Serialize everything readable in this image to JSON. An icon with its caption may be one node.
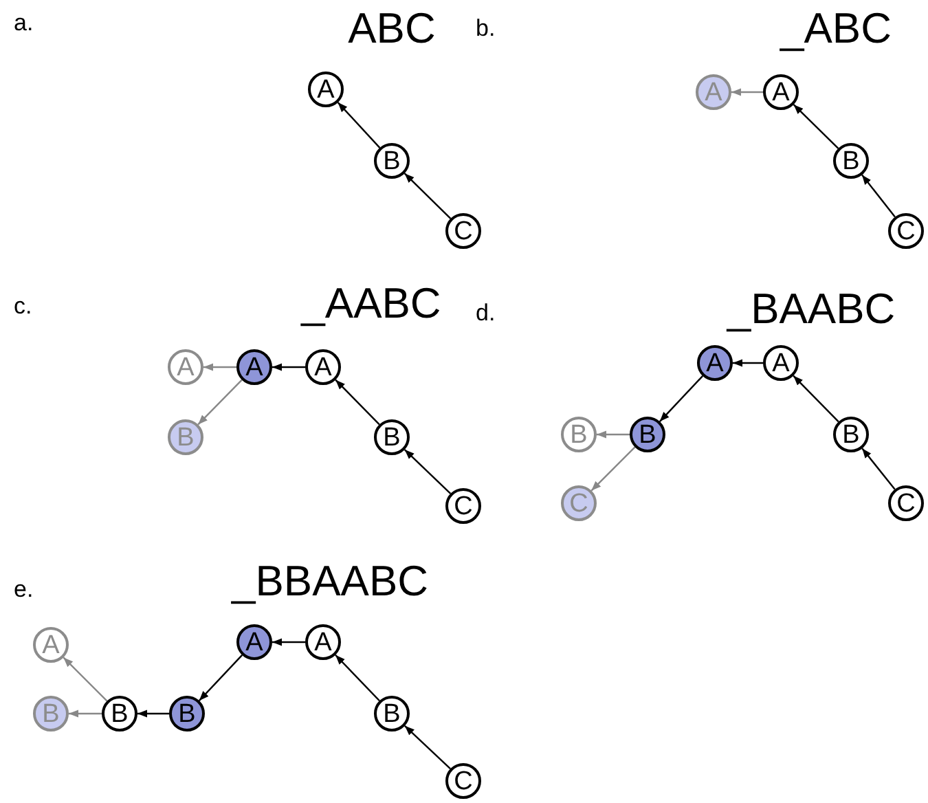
{
  "diagram": {
    "nodes": [
      {
        "text": [
          "A"
        ]
      },
      {
        "text": [
          "B"
        ]
      },
      {
        "text": [
          "C"
        ]
      },
      {
        "text": [
          "A"
        ]
      },
      {
        "text": [
          "A"
        ]
      },
      {
        "text": [
          "B"
        ]
      },
      {
        "text": [
          "C"
        ]
      },
      {
        "text": [
          "A"
        ]
      },
      {
        "text": [
          "A"
        ]
      },
      {
        "text": [
          "A"
        ]
      },
      {
        "text": [
          "B"
        ]
      },
      {
        "text": [
          "B"
        ]
      },
      {
        "text": [
          "C"
        ]
      },
      {
        "text": [
          "A"
        ]
      },
      {
        "text": [
          "A"
        ]
      },
      {
        "text": [
          "B"
        ]
      },
      {
        "text": [
          "B"
        ]
      },
      {
        "text": [
          "B"
        ]
      },
      {
        "text": [
          "C"
        ]
      },
      {
        "text": [
          "C"
        ]
      },
      {
        "text": [
          "A"
        ]
      },
      {
        "text": [
          "A"
        ]
      },
      {
        "text": [
          "A"
        ]
      },
      {
        "text": [
          "B"
        ]
      },
      {
        "text": [
          "B"
        ]
      },
      {
        "text": [
          "B"
        ]
      },
      {
        "text": [
          "B"
        ]
      },
      {
        "text": [
          "C"
        ]
      }
    ],
    "edges": [
      {
        "from": 1,
        "to": 0,
        "arrow": "to"
      },
      {
        "from": 2,
        "to": 1,
        "arrow": "to"
      },
      {
        "from": 4,
        "to": 3,
        "arrow": "to",
        "color": "#888888"
      },
      {
        "from": 5,
        "to": 4,
        "arrow": "to"
      },
      {
        "from": 6,
        "to": 5,
        "arrow": "to"
      },
      {
        "from": 8,
        "to": 7,
        "arrow": "to",
        "color": "#888888"
      },
      {
        "from": 8,
        "to": 10,
        "arrow": "to",
        "color": "#888888"
      },
      {
        "from": 9,
        "to": 8,
        "arrow": "to"
      },
      {
        "from": 11,
        "to": 9,
        "arrow": "to"
      },
      {
        "from": 12,
        "to": 11,
        "arrow": "to"
      },
      {
        "from": 14,
        "to": 13,
        "arrow": "to"
      },
      {
        "from": 13,
        "to": 16,
        "arrow": "to"
      },
      {
        "from": 16,
        "to": 15,
        "arrow": "to",
        "color": "#888888"
      },
      {
        "from": 16,
        "to": 18,
        "arrow": "to",
        "color": "#888888"
      },
      {
        "from": 17,
        "to": 14,
        "arrow": "to"
      },
      {
        "from": 19,
        "to": 17,
        "arrow": "to"
      },
      {
        "from": 22,
        "to": 21,
        "arrow": "to"
      },
      {
        "from": 21,
        "to": 25,
        "arrow": "to"
      },
      {
        "from": 25,
        "to": 24,
        "arrow": "to"
      },
      {
        "from": 24,
        "to": 20,
        "arrow": "to",
        "color": "#888888"
      },
      {
        "from": 24,
        "to": 23,
        "arrow": "to",
        "color": "#888888"
      },
      {
        "from": 26,
        "to": 22,
        "arrow": "to"
      },
      {
        "from": 27,
        "to": 26,
        "arrow": "to"
      }
    ],
    "labels": [
      "a.",
      "ABC",
      "b.",
      "_ABC",
      "c.",
      "_AABC",
      "d.",
      "_BAABC",
      "e.",
      "_BBAABC"
    ]
  }
}
